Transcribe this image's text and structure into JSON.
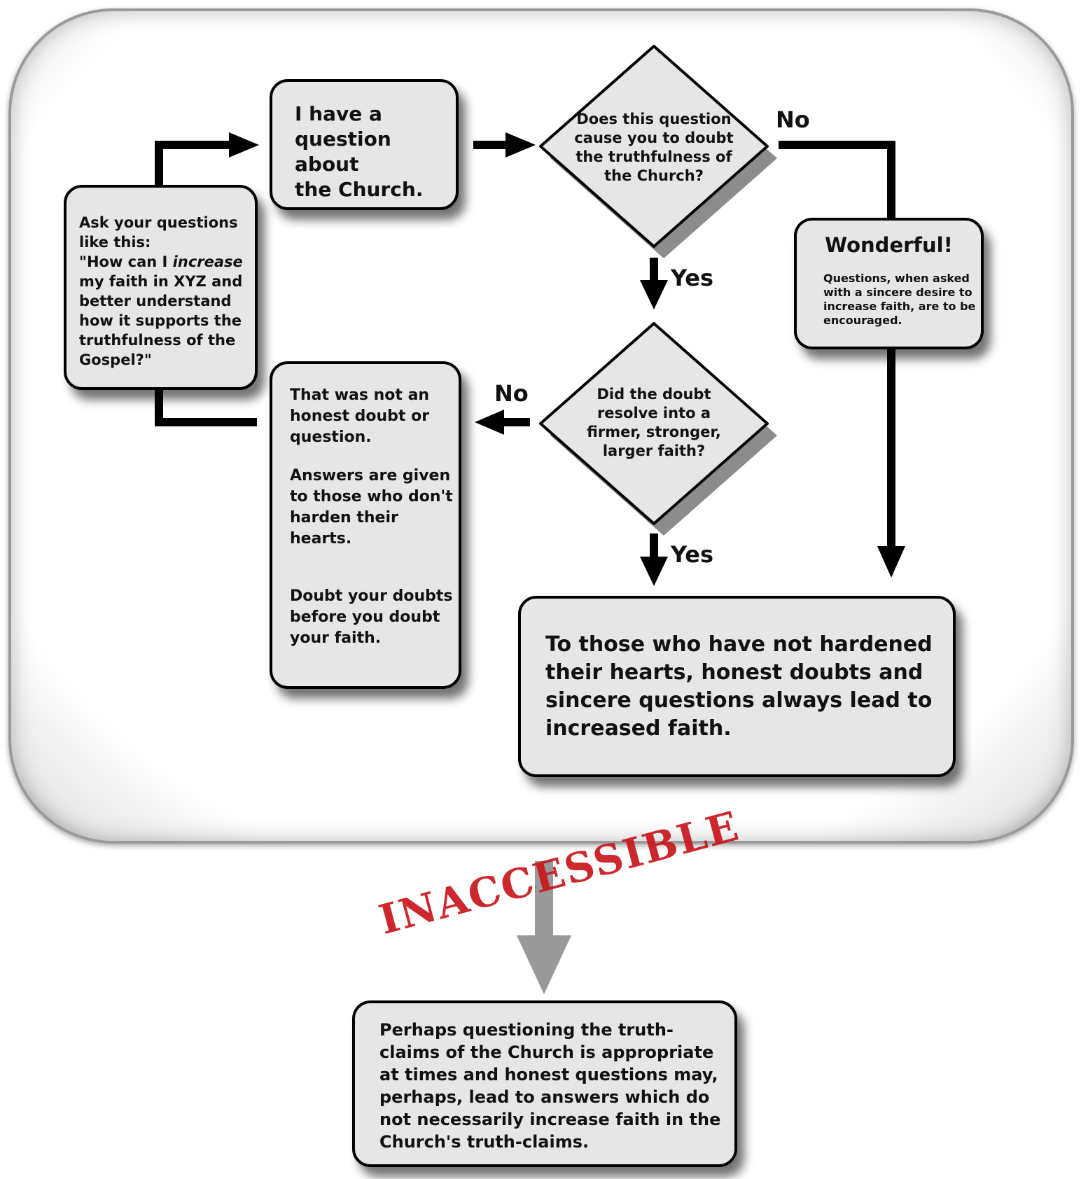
{
  "nodes": {
    "start": {
      "text": "I have a\nquestion about\nthe Church."
    },
    "q1": {
      "text": "Does this question\ncause you to doubt\nthe truthfulness of\nthe Church?"
    },
    "wonderful": {
      "title": "Wonderful!",
      "text": "Questions, when asked\nwith a sincere desire to\nincrease faith, are to be\nencouraged."
    },
    "ask": {
      "line1": "Ask your questions\nlike this:\n\"How can I ",
      "emphasis": "increase",
      "line2": "\nmy faith in XYZ and\nbetter understand\nhow it supports the\ntruthfulness of the\nGospel?\""
    },
    "q2": {
      "text": "Did the doubt\nresolve into a\nfirmer, stronger,\nlarger faith?"
    },
    "not_honest": {
      "p1": "That was not an\nhonest doubt or\nquestion.",
      "p2": "Answers are given\nto those who don't\nharden their\nhearts.",
      "p3": "Doubt your doubts\nbefore you doubt\nyour faith."
    },
    "conclusion": {
      "text": "To those who have not hardened\ntheir hearts, honest doubts and\nsincere questions always lead to\nincreased faith."
    },
    "alternative": {
      "text": "Perhaps questioning the truth-\nclaims of the Church is appropriate\nat times and honest questions may,\nperhaps, lead to answers which do\nnot necessarily increase faith in the\nChurch's truth-claims."
    }
  },
  "edge_labels": {
    "q1_no": "No",
    "q1_yes": "Yes",
    "q2_no": "No",
    "q2_yes": "Yes"
  },
  "stamp": "INACCESSIBLE",
  "colors": {
    "box_fill": "#e6e6e6",
    "stroke": "#000000",
    "stamp": "#c8161d",
    "gray_arrow": "#999999"
  }
}
